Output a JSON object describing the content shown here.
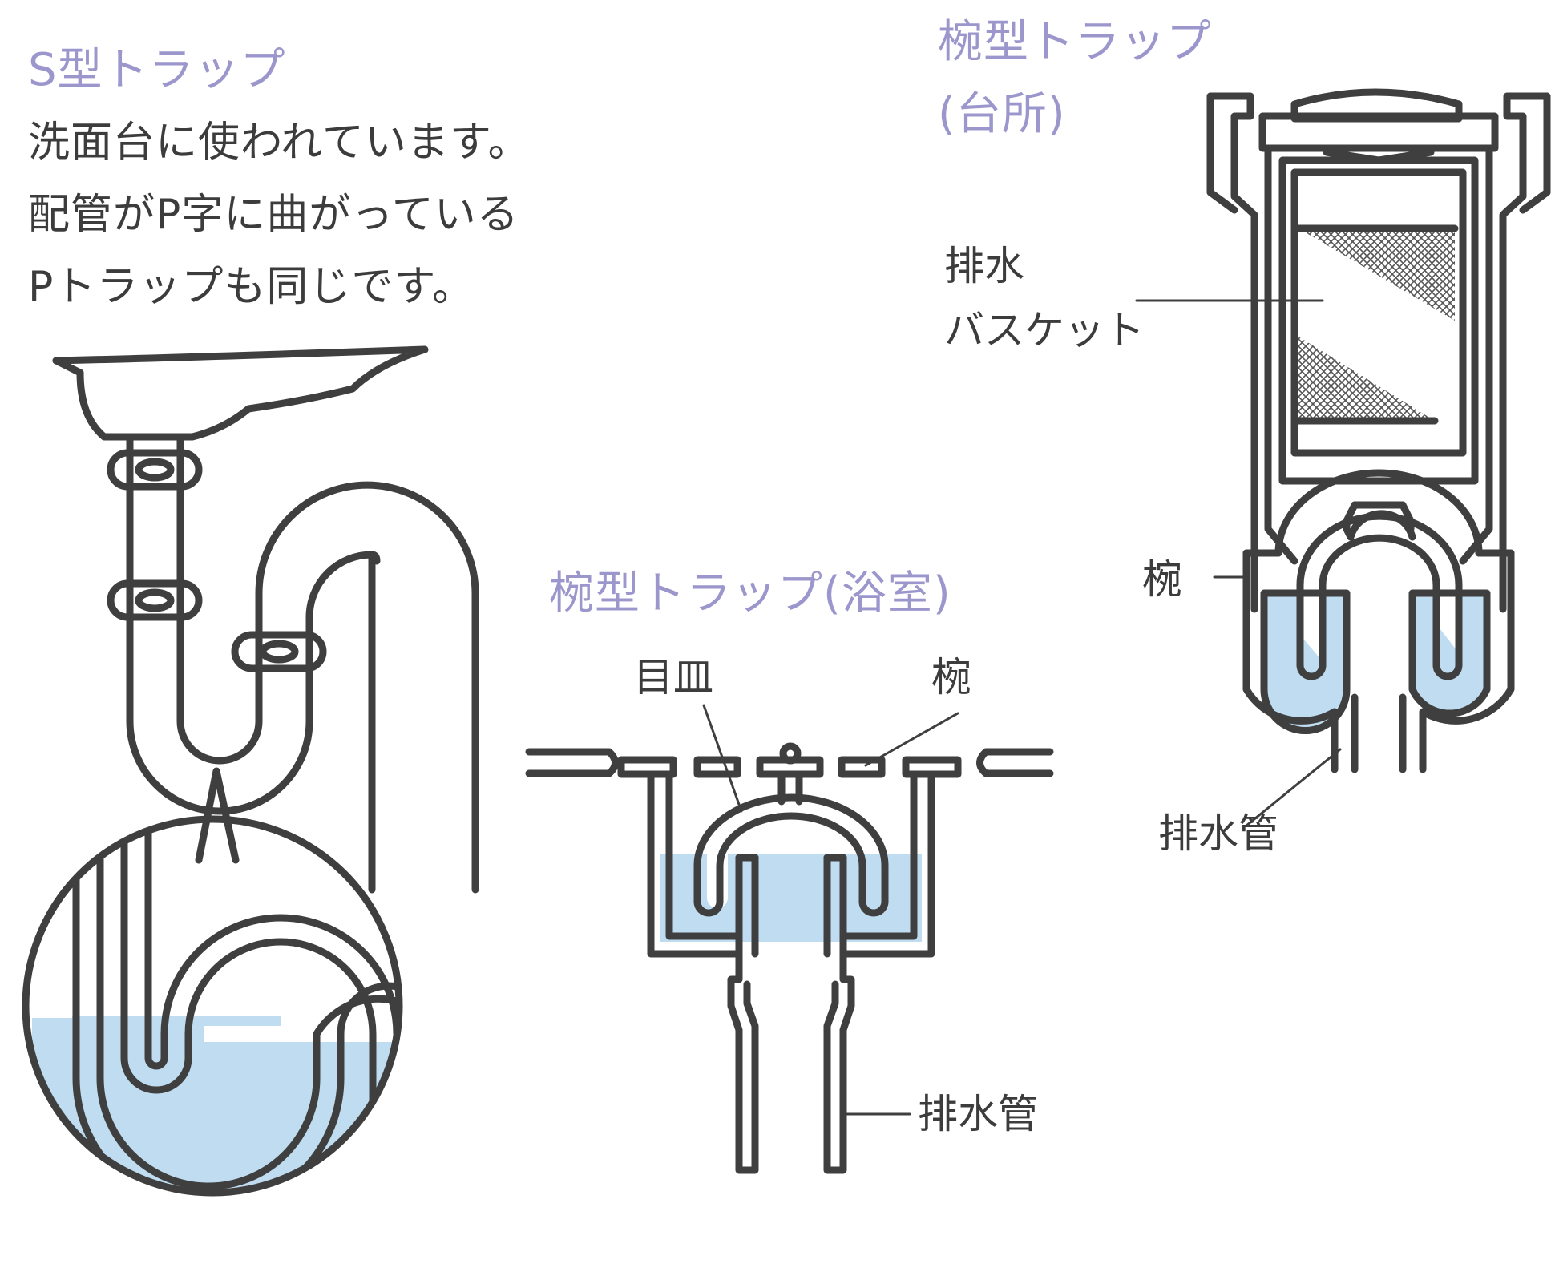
{
  "s_trap": {
    "title": "S型トラップ",
    "description": [
      "洗面台に使われています。",
      "配管がP字に曲がっている",
      "Pトラップも同じです。"
    ]
  },
  "bath_trap": {
    "title": "椀型トラップ(浴室)",
    "labels": {
      "strainer": "目皿",
      "bowl": "椀",
      "drain_pipe": "排水管"
    }
  },
  "kitchen_trap": {
    "title_line1": "椀型トラップ",
    "title_line2": "(台所)",
    "labels": {
      "basket_line1": "排水",
      "basket_line2": "バスケット",
      "bowl": "椀",
      "drain_pipe": "排水管"
    }
  },
  "colors": {
    "outline": "#3f3f3f",
    "water": "#bfdcf0",
    "heading": "#9b96cc"
  }
}
